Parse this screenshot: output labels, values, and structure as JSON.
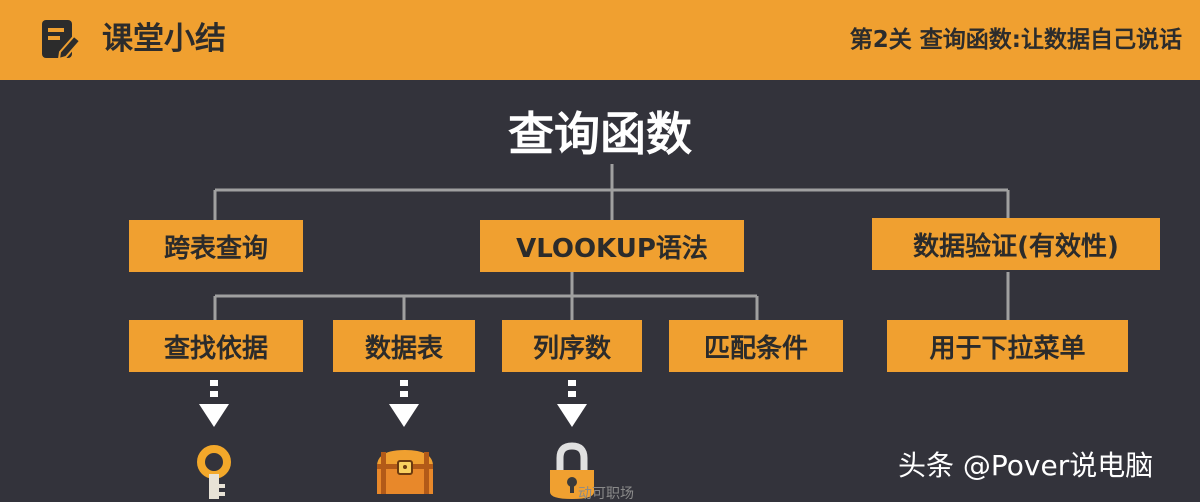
{
  "header": {
    "title": "课堂小结",
    "subtitle": "第2关  查询函数:让数据自己说话",
    "icon": "notepad-pen-icon"
  },
  "diagram": {
    "root": "查询函数",
    "level1": [
      "跨表查询",
      "VLOOKUP语法",
      "数据验证(有效性)"
    ],
    "level2_vlookup": [
      "查找依据",
      "数据表",
      "列序数",
      "匹配条件"
    ],
    "level2_validation": [
      "用于下拉菜单"
    ],
    "icons": [
      "key-icon",
      "treasure-chest-icon",
      "padlock-icon"
    ],
    "faint_text": "动可职场"
  },
  "watermark": "头条 @Pover说电脑",
  "colors": {
    "accent": "#f0a030",
    "background": "#33333b",
    "connector": "#a0a0a0"
  }
}
